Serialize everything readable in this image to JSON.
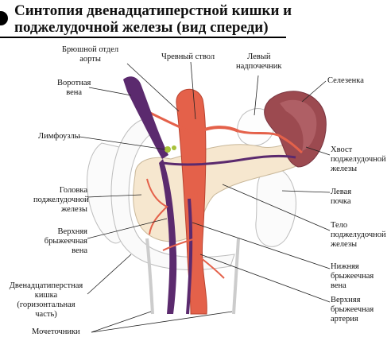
{
  "title": {
    "line1": "Синтопия двенадцатиперстной кишки и",
    "line2": "поджелудочной железы (вид спереди)"
  },
  "labels": {
    "abdominal_aorta": [
      "Брюшной отдел",
      "аорты"
    ],
    "celiac_trunk": [
      "Чревный ствол"
    ],
    "left_adrenal": [
      "Левый",
      "надпочечник"
    ],
    "spleen": [
      "Селезенка"
    ],
    "portal_vein": [
      "Воротная",
      "вена"
    ],
    "lymph_nodes": [
      "Лимфоузлы"
    ],
    "pancreas_tail": [
      "Хвост",
      "поджелудочной",
      "железы"
    ],
    "pancreas_head": [
      "Головка",
      "поджелудочной",
      "железы"
    ],
    "left_kidney": [
      "Левая",
      "почка"
    ],
    "superior_mesenteric_vein": [
      "Верхняя",
      "брыжеечная",
      "вена"
    ],
    "pancreas_body": [
      "Тело",
      "поджелудочной",
      "железы"
    ],
    "duodenum": [
      "Двенадцатиперстная",
      "кишка",
      "(горизонтальная",
      "часть)"
    ],
    "inferior_mesenteric_vein": [
      "Нижняя",
      "брыжеечная",
      "вена"
    ],
    "superior_mesenteric_artery": [
      "Верхняя",
      "брыжеечная",
      "артерия"
    ],
    "ureters": [
      "Мочеточники"
    ]
  },
  "colors": {
    "vein": "#5b2a6e",
    "artery": "#e4614a",
    "pancreas": "#f6e7cf",
    "spleen": "#9c4a50",
    "outline": "#b8b8b8",
    "node": "#a8c23a"
  }
}
